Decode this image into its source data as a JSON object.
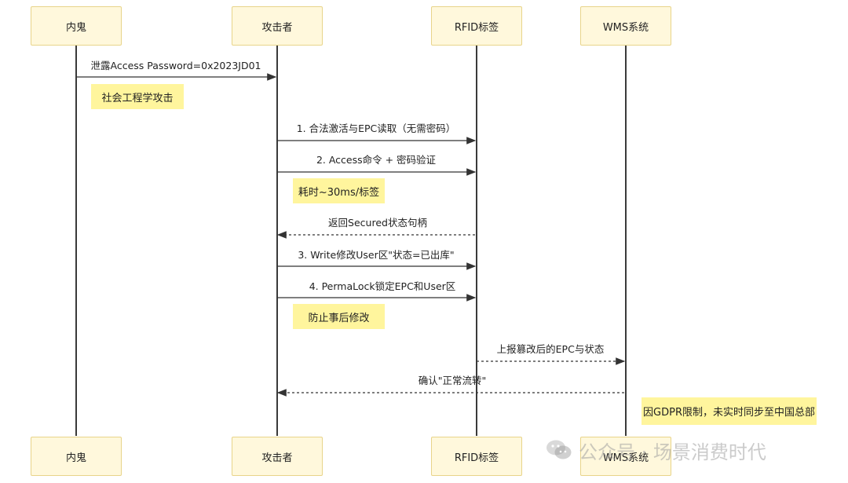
{
  "actors": [
    "内鬼",
    "攻击者",
    "RFID标签",
    "WMS系统"
  ],
  "messages": [
    {
      "text": "泄露Access Password=0x2023JD01"
    },
    {
      "text": "1. 合法激活与EPC读取（无需密码）"
    },
    {
      "text": "2. Access命令 + 密码验证"
    },
    {
      "text": "返回Secured状态句柄"
    },
    {
      "text": "3. Write修改User区\"状态=已出库\""
    },
    {
      "text": "4. PermaLock锁定EPC和User区"
    },
    {
      "text": "上报篡改后的EPC与状态"
    },
    {
      "text": "确认\"正常流转\""
    }
  ],
  "notes": [
    "社会工程学攻击",
    "耗时~30ms/标签",
    "防止事后修改",
    "因GDPR限制，未实时同步至中国总部"
  ],
  "watermark": "公众号 · 场景消费时代"
}
